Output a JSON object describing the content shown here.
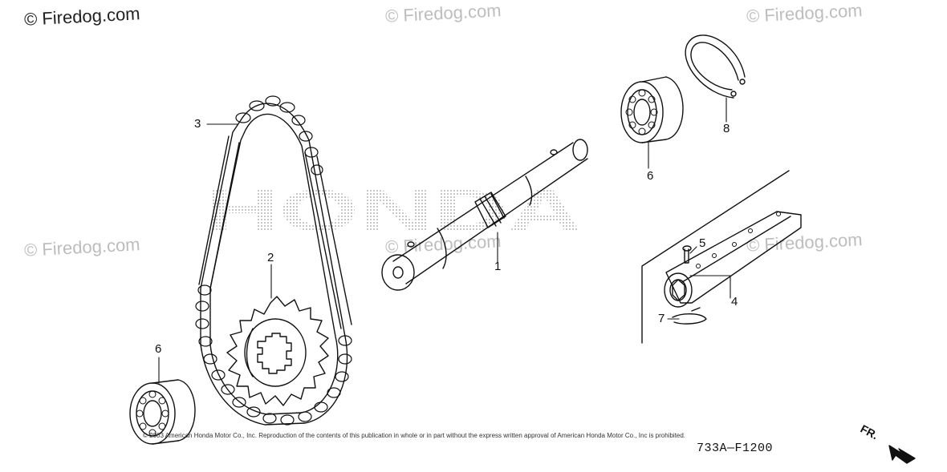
{
  "watermarks": [
    {
      "text": "© Firedog.com",
      "tone": "dark"
    },
    {
      "text": "© Firedog.com",
      "tone": "light"
    },
    {
      "text": "© Firedog.com",
      "tone": "light"
    },
    {
      "text": "© Firedog.com",
      "tone": "light"
    },
    {
      "text": "© Firedog.com",
      "tone": "light"
    },
    {
      "text": "© Firedog.com",
      "tone": "light"
    }
  ],
  "brand_logo_text": "HONDA",
  "callouts": {
    "c1": "1",
    "c2": "2",
    "c3": "3",
    "c4": "4",
    "c5": "5",
    "c6a": "6",
    "c6b": "6",
    "c7": "7",
    "c8": "8"
  },
  "copyright": "© 2003 American Honda Motor Co., Inc. Reproduction of the contents of this publication in whole or in part without the express written approval of American Honda Motor Co., Inc is prohibited.",
  "diagram_code": "733A—F1200",
  "direction_label": "FR.",
  "colors": {
    "line": "#111111",
    "watermark": "#bdbdbd",
    "logo_dots": "#b5b5b5"
  }
}
